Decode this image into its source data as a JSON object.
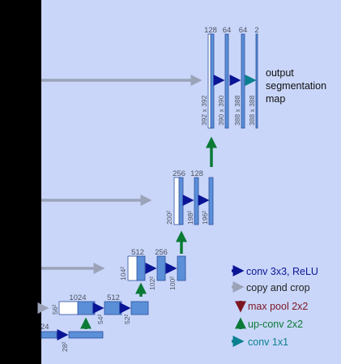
{
  "diagram": {
    "output_label": [
      "output",
      "segmentation",
      "map"
    ],
    "top_channels": [
      "128",
      "64",
      "64",
      "2"
    ],
    "top_dims": [
      "392 x 392",
      "390 x 390",
      "388 x 388",
      "388 x 388"
    ],
    "l3": {
      "channels": [
        "256",
        "128"
      ],
      "dims": [
        "200²",
        "198²",
        "196²"
      ]
    },
    "l2": {
      "channels": [
        "512",
        "256"
      ],
      "dims": [
        "104²",
        "102²",
        "100²"
      ]
    },
    "l1": {
      "channels": [
        "1024",
        "512"
      ],
      "dims": [
        "56²",
        "54²",
        "52²"
      ]
    },
    "l0": {
      "channels": [
        "24"
      ],
      "dims": [
        "28²"
      ]
    }
  },
  "legend": {
    "items": [
      {
        "label": "conv 3x3, ReLU",
        "icon": "arrow-right-icon",
        "color": "#0a1596"
      },
      {
        "label": "copy and crop",
        "icon": "arrow-right-icon",
        "color": "#9aa3b8"
      },
      {
        "label": "max pool 2x2",
        "icon": "arrow-down-icon",
        "color": "#7c1722"
      },
      {
        "label": "up-conv 2x2",
        "icon": "arrow-up-icon",
        "color": "#0b7a35"
      },
      {
        "label": "conv 1x1",
        "icon": "arrow-right-icon",
        "color": "#0a8090"
      }
    ]
  },
  "colors": {
    "background": "#c9d6fa",
    "feature_map": "#5b8fd8",
    "feature_map_border": "#2c4f9c",
    "cropped_map": "#ffffff",
    "label_text": "#4d5360",
    "panel_left": "#000000"
  }
}
